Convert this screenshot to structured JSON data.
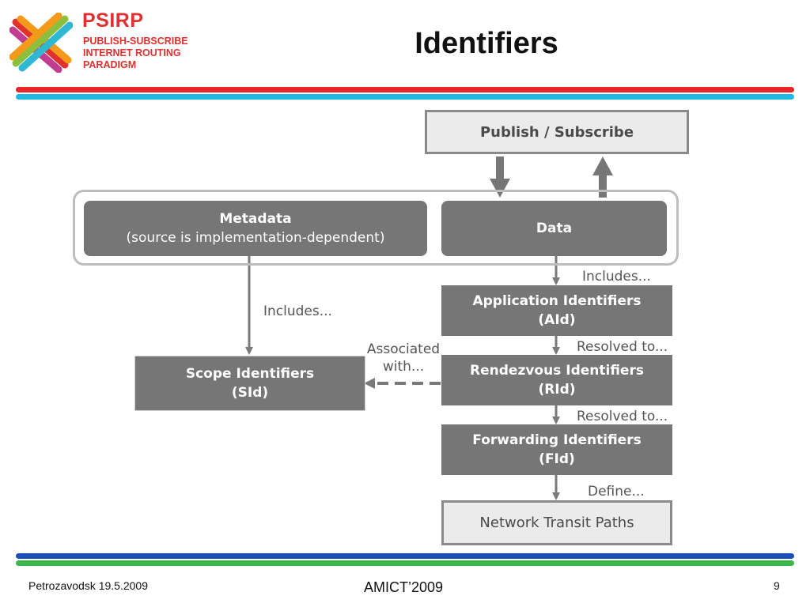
{
  "logo": {
    "brand": "PSIRP",
    "lines": [
      "PUBLISH-SUBSCRIBE",
      "INTERNET ROUTING",
      "PARADIGM"
    ],
    "colors": [
      "#e0312f",
      "#f39a1b",
      "#8bbf3d",
      "#2fb8d4",
      "#c23c8f"
    ]
  },
  "title": "Identifiers",
  "bars": {
    "top": [
      "#e8262a",
      "#23b7e5"
    ],
    "bottom": [
      "#1a4fb8",
      "#3cb54a"
    ]
  },
  "diagram": {
    "publish_subscribe": "Publish / Subscribe",
    "metadata": {
      "line1": "Metadata",
      "line2": "(source is implementation-dependent)"
    },
    "data": "Data",
    "includes_right": "Includes...",
    "includes_left": "Includes...",
    "aid": {
      "line1": "Application Identifiers",
      "line2": "(AId)"
    },
    "resolved_1": "Resolved to...",
    "associated": {
      "line1": "Associated",
      "line2": "with..."
    },
    "sid": {
      "line1": "Scope Identifiers",
      "line2": "(SId)"
    },
    "rid": {
      "line1": "Rendezvous Identifiers",
      "line2": "(RId)"
    },
    "resolved_2": "Resolved to...",
    "fid": {
      "line1": "Forwarding Identifiers",
      "line2": "(FId)"
    },
    "define": "Define...",
    "network": "Network Transit Paths"
  },
  "footer": {
    "left": "Petrozavodsk 19.5.2009",
    "center": "AMICT’2009",
    "page": "9"
  }
}
